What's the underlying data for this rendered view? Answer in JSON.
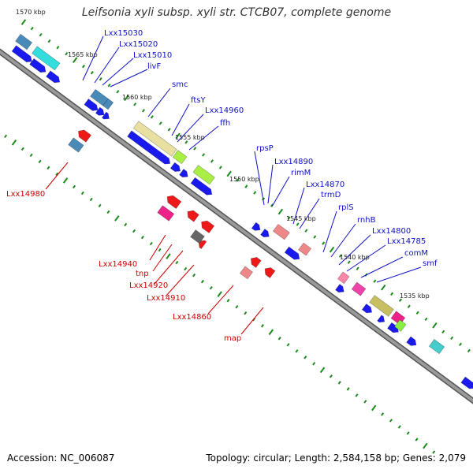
{
  "title": "Leifsonia xyli subsp. xyli str. CTCB07, complete genome",
  "footer": {
    "accession": "Accession: NC_006087",
    "summary": "Topology: circular; Length: 2,584,158 bp; Genes: 2,079"
  },
  "colors": {
    "forward_gene": "#1a1aee",
    "reverse_gene": "#ee1a1a",
    "backbone": "#888888",
    "tick": "#1a8a1a",
    "label_up": "#1010c8",
    "label_down": "#d00000"
  },
  "scale_labels": [
    "1570 kbp",
    "1565 kbp",
    "1560 kbp",
    "1555 kbp",
    "1550 kbp",
    "1545 kbp",
    "1540 kbp",
    "1535 kbp"
  ],
  "genes_upper": [
    "Lxx15030",
    "Lxx15020",
    "Lxx15010",
    "livF",
    "smc",
    "ftsY",
    "Lxx14960",
    "ffh",
    "rpsP",
    "Lxx14890",
    "rimM",
    "Lxx14870",
    "trmD",
    "rplS",
    "rnhB",
    "Lxx14800",
    "Lxx14785",
    "comM",
    "smf"
  ],
  "genes_lower": [
    "Lxx14980",
    "Lxx14940",
    "tnp",
    "Lxx14920",
    "Lxx14910",
    "Lxx14860",
    "map"
  ]
}
